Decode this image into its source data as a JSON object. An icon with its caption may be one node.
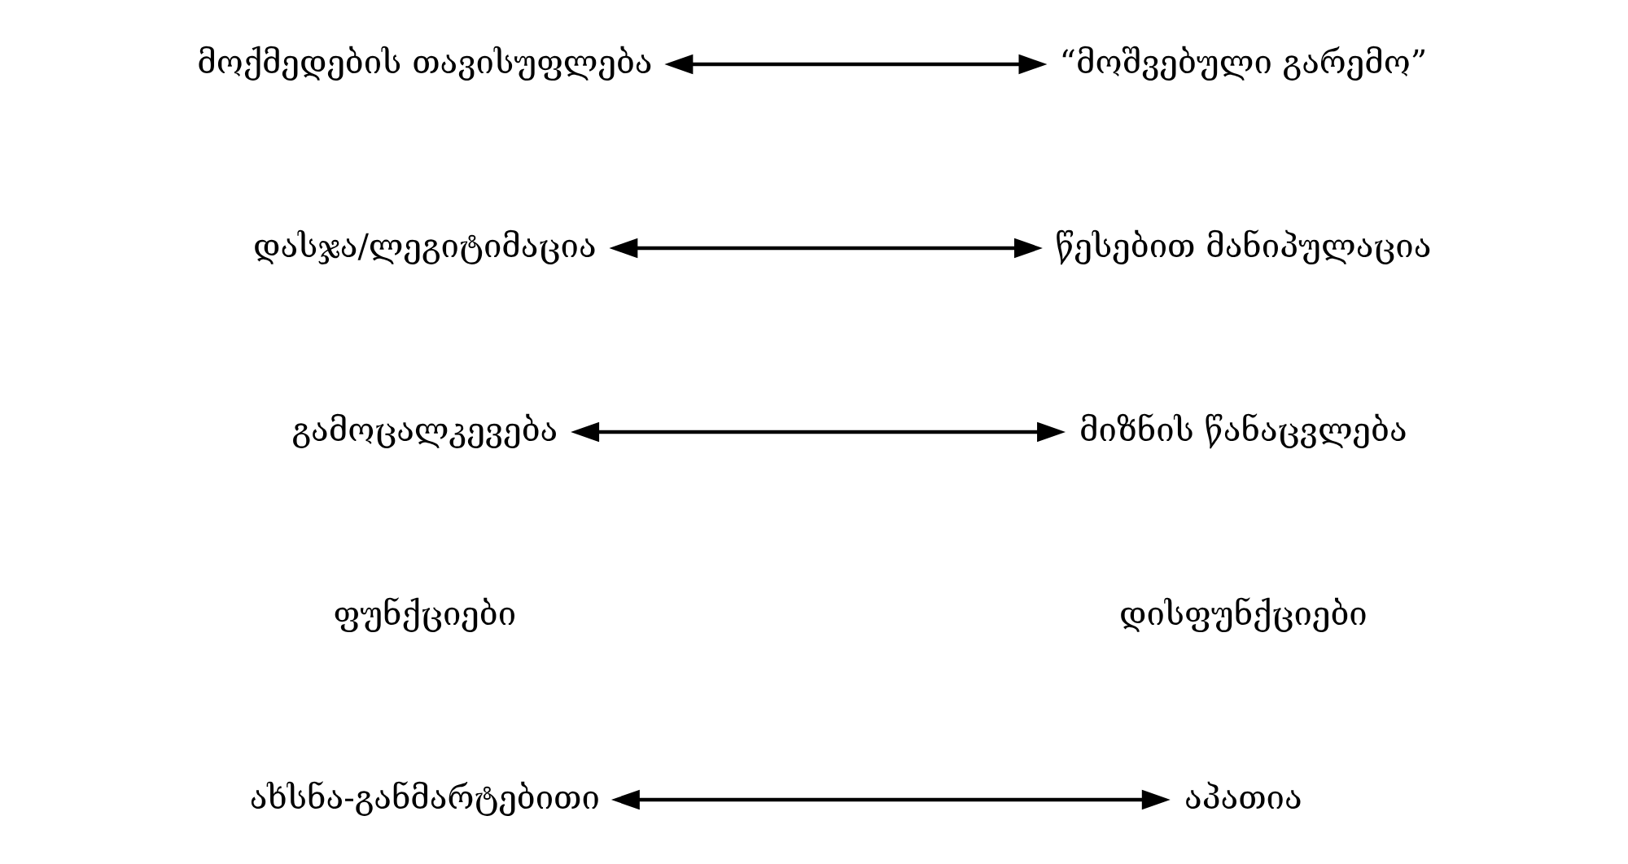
{
  "diagram": {
    "nodes": [
      {
        "text": [
          "ახსნა-განმარტებითი"
        ]
      },
      {
        "text": [
          "აპათია"
        ]
      },
      {
        "text": [
          "გამოცალკევება"
        ]
      },
      {
        "text": [
          "მიზნის წანაცვლება"
        ]
      },
      {
        "text": [
          "დასჯა/ლეგიტიმაცია"
        ]
      },
      {
        "text": [
          "წესებით მანიპულაცია"
        ]
      },
      {
        "text": [
          "მოქმედების თავისუფლება"
        ]
      },
      {
        "text": [
          "“მოშვებული გარემო”"
        ]
      }
    ],
    "edges": [
      {
        "from": 0,
        "to": 1,
        "arrow": "both"
      },
      {
        "from": 2,
        "to": 3,
        "arrow": "both"
      },
      {
        "from": 4,
        "to": 5,
        "arrow": "both"
      },
      {
        "from": 6,
        "to": 7,
        "arrow": "both"
      }
    ],
    "labels": [
      "ფუნქციები",
      "დისფუნქციები"
    ]
  }
}
